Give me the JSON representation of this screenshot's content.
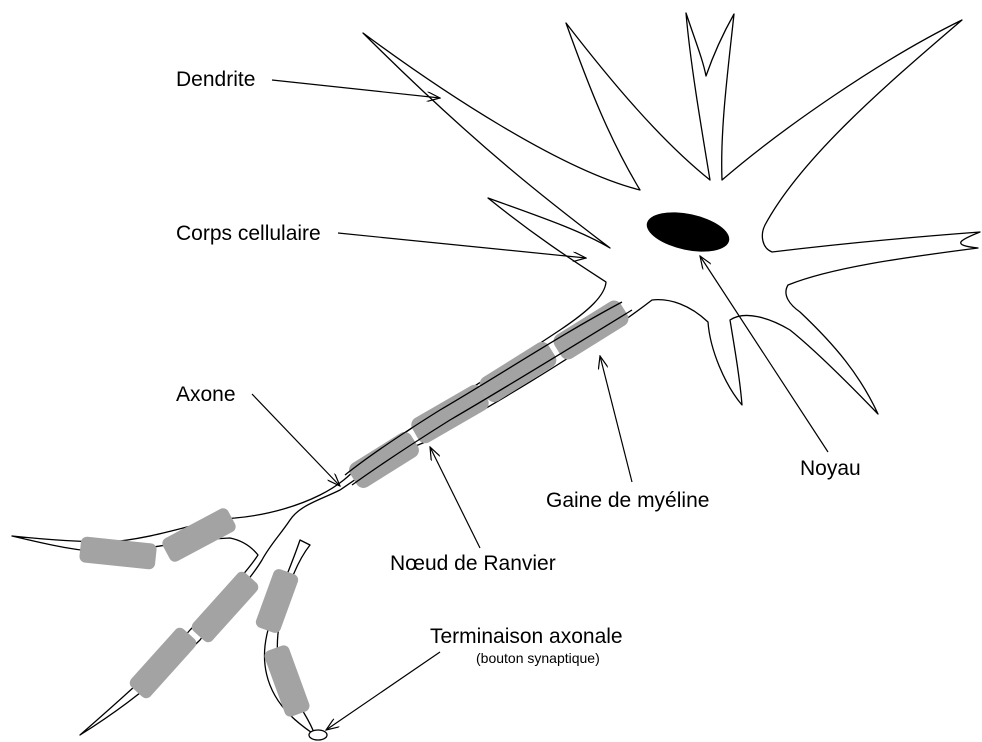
{
  "labels": {
    "dendrite": "Dendrite",
    "cell_body": "Corps cellulaire",
    "axon": "Axone",
    "nucleus": "Noyau",
    "myelin_sheath": "Gaine de myéline",
    "node_of_ranvier": "Nœud de Ranvier",
    "axon_terminal": "Terminaison axonale",
    "axon_terminal_sub": "(bouton synaptique)"
  },
  "colors": {
    "outline": "#000000",
    "myelin": "#a3a3a3",
    "nucleus": "#000000",
    "background": "#ffffff"
  }
}
